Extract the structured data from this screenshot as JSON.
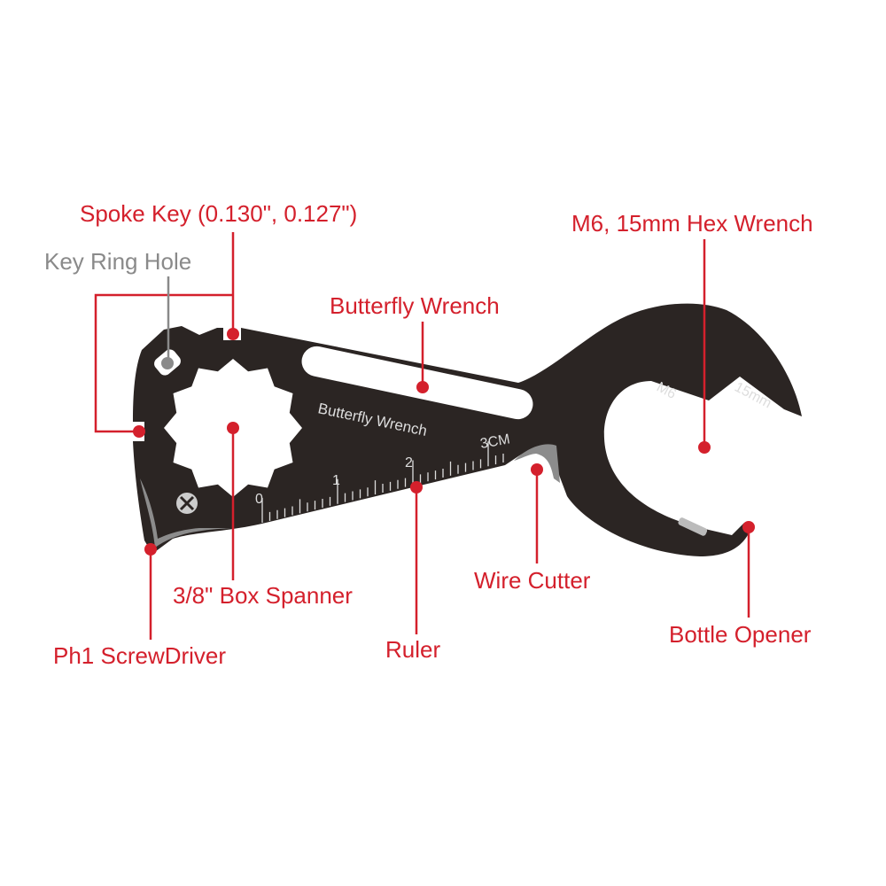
{
  "labels": {
    "spoke_key": "Spoke Key (0.130\", 0.127\")",
    "key_ring_hole": "Key Ring Hole",
    "butterfly_wrench": "Butterfly Wrench",
    "hex_wrench": "M6, 15mm Hex Wrench",
    "box_spanner": "3/8\" Box Spanner",
    "screwdriver": "Ph1 ScrewDriver",
    "ruler": "Ruler",
    "wire_cutter": "Wire Cutter",
    "bottle_opener": "Bottle Opener"
  },
  "engravings": {
    "butterfly": "Butterfly Wrench",
    "m6": "M6",
    "mm15": "15mm",
    "ruler_ticks": [
      "0",
      "1",
      "2",
      "3CM"
    ]
  },
  "colors": {
    "tool": "#2b2523",
    "accent": "#d4202c",
    "edge": "#8c8c8c"
  }
}
